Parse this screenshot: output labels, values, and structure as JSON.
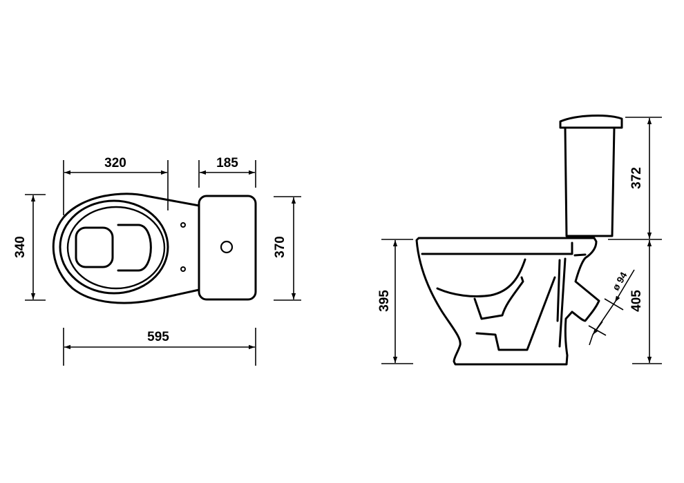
{
  "top_view": {
    "dimensions": {
      "bowl_length": "320",
      "tank_depth": "185",
      "bowl_width": "340",
      "tank_width": "370",
      "total_length": "595"
    }
  },
  "side_view": {
    "dimensions": {
      "rim_height": "395",
      "tank_height": "372",
      "outlet_height": "405",
      "outlet_diameter": "ø 94"
    }
  }
}
